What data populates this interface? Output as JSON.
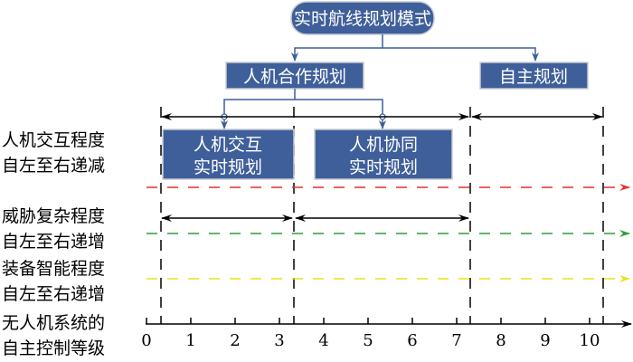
{
  "title": "实时航线规划模式",
  "level2": {
    "cooperative": "人机合作规划",
    "autonomous": "自主规划"
  },
  "level3": {
    "interactive": [
      "人机交互",
      "实时规划"
    ],
    "collaborative": [
      "人机协同",
      "实时规划"
    ]
  },
  "left_labels": {
    "interaction": [
      "人机交互程度",
      "自左至右递减"
    ],
    "threat": [
      "威胁复杂程度",
      "自左至右递增"
    ],
    "equipment": [
      "装备智能程度",
      "自左至右递增"
    ],
    "autonomy": [
      "无人机系统的",
      "自主控制等级"
    ]
  },
  "axis": {
    "ticks": [
      "0",
      "1",
      "2",
      "3",
      "4",
      "5",
      "6",
      "7",
      "8",
      "9",
      "10"
    ]
  },
  "colors": {
    "box": "#3f5f9a",
    "red": "#e8312e",
    "green": "#2f9e3a",
    "yellow": "#e6e21e"
  }
}
